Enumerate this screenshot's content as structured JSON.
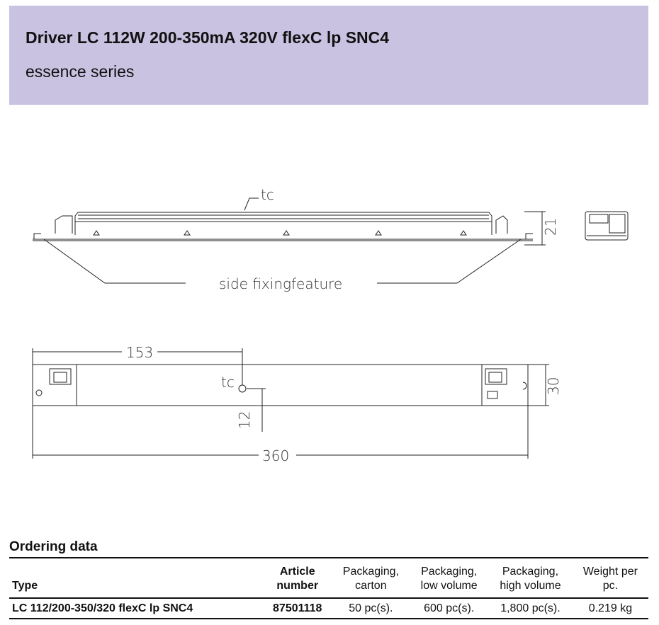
{
  "header": {
    "title": "Driver LC 112W 200-350mA 320V flexC lp SNC4",
    "subtitle": "essence series"
  },
  "drawing": {
    "tc_label": "tc",
    "side_fixing_label": "side fixingfeature",
    "height_dim": "21",
    "width_dim": "30",
    "tc_offset_dim": "153",
    "tc_position_dim": "12",
    "length_dim": "360",
    "tc_label_top": "tc"
  },
  "ordering": {
    "section_title": "Ordering data",
    "columns": [
      {
        "line1": "Type",
        "line2": ""
      },
      {
        "line1": "Article",
        "line2": "number"
      },
      {
        "line1": "Packaging,",
        "line2": "carton"
      },
      {
        "line1": "Packaging,",
        "line2": "low volume"
      },
      {
        "line1": "Packaging,",
        "line2": "high volume"
      },
      {
        "line1": "Weight per",
        "line2": "pc."
      }
    ],
    "rows": [
      {
        "type": "LC 112/200-350/320 flexC lp SNC4",
        "article": "87501118",
        "carton": "50 pc(s).",
        "low": "600 pc(s).",
        "high": "1,800 pc(s).",
        "weight": "0.219 kg"
      }
    ]
  }
}
